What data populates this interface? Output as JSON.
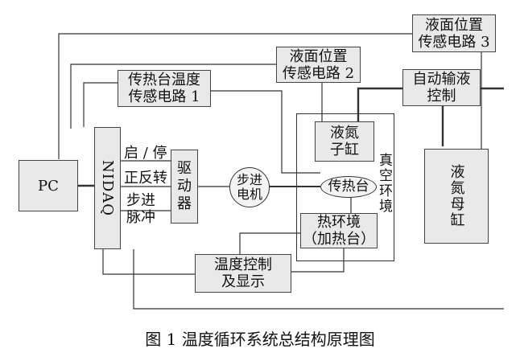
{
  "diagram": {
    "nodes": {
      "pc": "PC",
      "nidaq": "NIDAQ",
      "driver": "驱\n动\n器",
      "motor": "步进\n电机",
      "stage_sensor": "传热台温度\n传感电路 1",
      "level_sensor_2": "液面位置\n传感电路 2",
      "level_sensor_3": "液面位置\n传感电路 3",
      "auto_refill": "自动输液\n控制",
      "sub_tank": "液氮\n子缸",
      "mother_tank": "液氮母缸",
      "heat_stage": "传热台",
      "thermal_env": "热环境\n（加热台）",
      "temp_ctrl": "温度控制\n及显示",
      "vacuum": "真空环境"
    },
    "signals": {
      "start_stop": "启 / 停",
      "direction": "正反转",
      "pulse": "步进\n脉冲"
    }
  },
  "caption": "图 1    温度循环系统总结构原理图"
}
